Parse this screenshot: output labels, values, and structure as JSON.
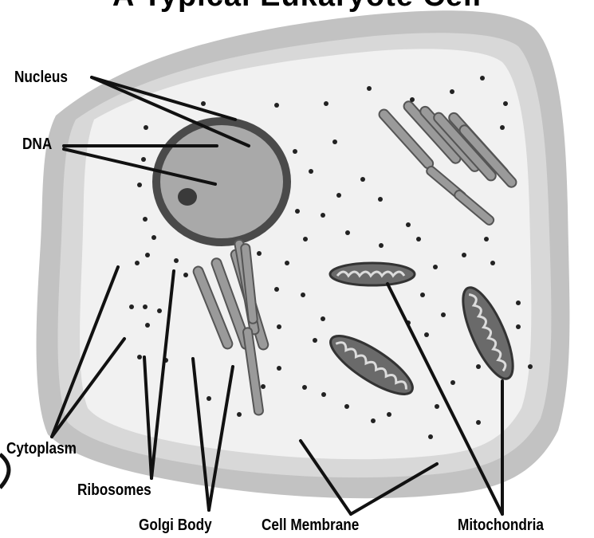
{
  "diagram": {
    "title": "A Typical Eukaryote Cell",
    "labels": {
      "nucleus": "Nucleus",
      "dna": "DNA",
      "cytoplasm": "Cytoplasm",
      "ribosomes": "Ribosomes",
      "golgi_body": "Golgi Body",
      "cell_membrane": "Cell Membrane",
      "mitochondria": "Mitochondria"
    }
  }
}
